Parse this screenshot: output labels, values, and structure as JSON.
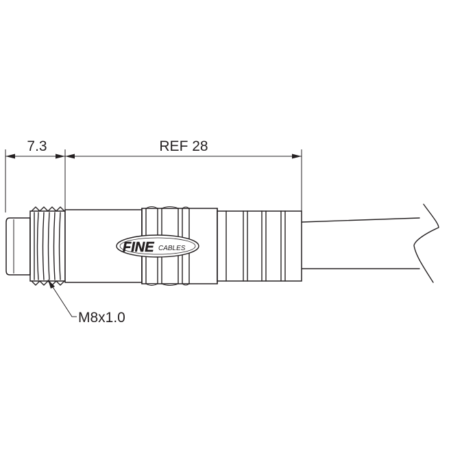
{
  "dimensions": {
    "thread_length": "7.3",
    "body_length": "REF 28",
    "thread_spec": "M8x1.0"
  },
  "logo": {
    "text_major": "FINE",
    "text_minor": "CABLES"
  },
  "colors": {
    "line": "#231f20",
    "background": "#ffffff"
  }
}
